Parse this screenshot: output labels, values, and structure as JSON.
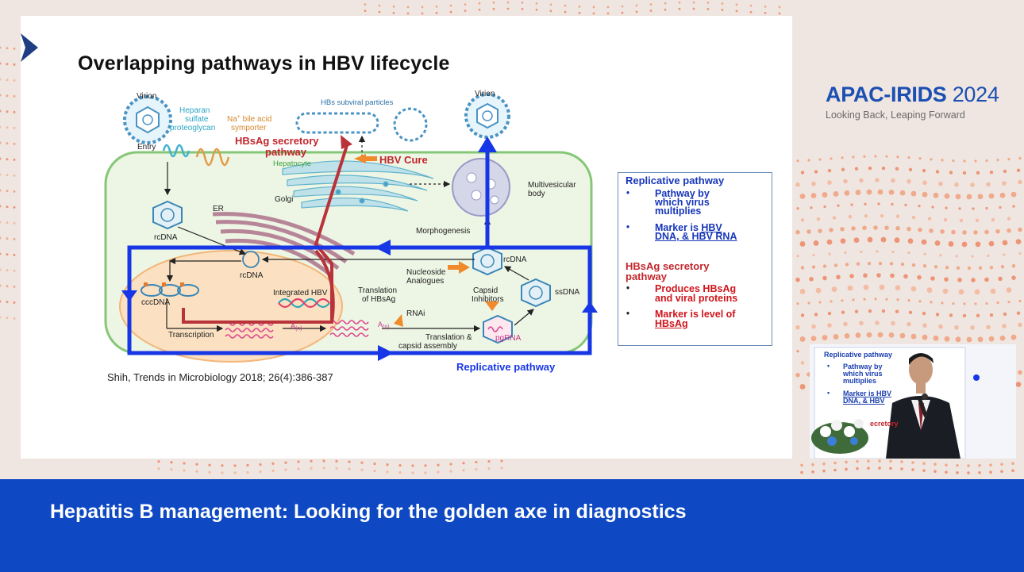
{
  "slide": {
    "title": "Overlapping pathways in HBV lifecycle",
    "citation": "Shih, Trends in Microbiology 2018; 26(4):386-387",
    "diagram": {
      "virion_left": "Virion",
      "heparan": "Heparan",
      "sulfate": "sulfate",
      "proteoglycan": "proteoglycan",
      "na_bile": "Na",
      "na_bile_rest": " bile acid",
      "symporter": "symporter",
      "entry": "Entry",
      "hbsag_secretory_1": "HBsAg secretory",
      "hbsag_secretory_2": "pathway",
      "hbs_subviral": "HBs subviral particles",
      "virion_right": "Virion",
      "hepatocyte": "Hepatocyte",
      "hbv_cure": "HBV Cure",
      "golgi": "Golgi",
      "multivesicular_1": "Multivesicular",
      "multivesicular_2": "body",
      "er": "ER",
      "rcdna_1": "rcDNA",
      "morphogenesis": "Morphogenesis",
      "rcdna_2": "rcDNA",
      "rcdna_3": "rcDNA",
      "nucleoside_1": "Nucleoside",
      "nucleoside_2": "Analogues",
      "cccdna": "cccDNA",
      "integrated_hbv": "Integrated HBV",
      "translation_1": "Translation",
      "translation_2": "of HBsAg",
      "capsid_1": "Capsid",
      "capsid_2": "Inhibitors",
      "ssdna": "ssDNA",
      "rnai": "RNAi",
      "transcription": "Transcription",
      "poly_a": "A",
      "poly_n": "(n)",
      "translation_cap_1": "Translation &",
      "translation_cap_2": "capsid assembly",
      "pgrna": "pgRNA",
      "replicative_pathway": "Replicative pathway"
    },
    "legend": {
      "rep_heading": "Replicative pathway",
      "rep_b1_l1": "Pathway by",
      "rep_b1_l2": "which virus",
      "rep_b1_l3": "multiplies",
      "rep_b2_l1_pre": "Marker is ",
      "rep_b2_l1_u": "HBV",
      "rep_b2_l2": "DNA, & HBV RNA",
      "sec_heading_1": "HBsAg secretory",
      "sec_heading_2": "pathway",
      "sec_b1_l1": "Produces HBsAg",
      "sec_b1_l2": "and viral proteins",
      "sec_b2_l1": "Marker is level of",
      "sec_b2_l2": "HBsAg",
      "bullet": "•"
    }
  },
  "brand": {
    "title_main": "APAC-IRIDS",
    "title_year": "2024",
    "tagline": "Looking Back, Leaping Forward"
  },
  "pip": {
    "heading": "Replicative pathway",
    "l1": "Pathway by",
    "l2": "which virus",
    "l3": "multiplies",
    "l4": "Marker is HBV",
    "l5": "DNA, & HBV",
    "l6": "ecretory",
    "bullet": "•"
  },
  "banner": {
    "title": "Hepatitis B management: Looking for the golden axe in diagnostics"
  },
  "colors": {
    "brand_blue": "#1b4fb2",
    "banner_blue": "#0e48c2",
    "pathway_blue": "#1736e6",
    "secretory_red": "#b8333a",
    "legend_red": "#d0151b",
    "accent_orange": "#f08a2c"
  }
}
